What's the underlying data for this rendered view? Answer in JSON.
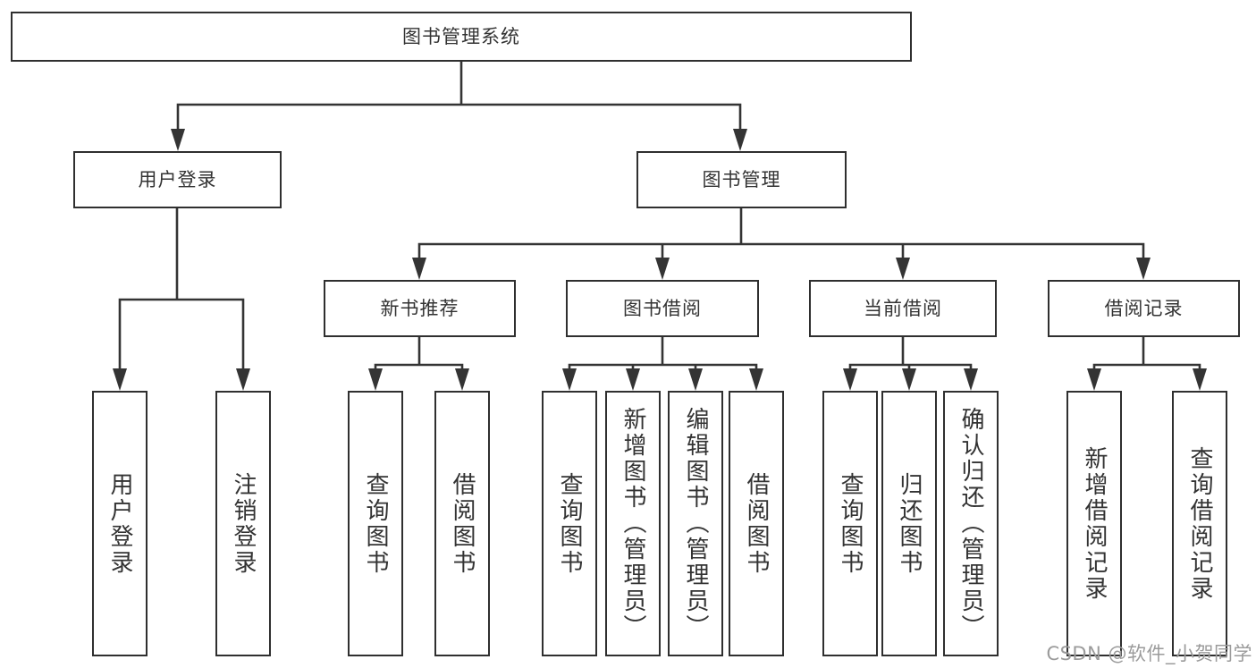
{
  "diagram": {
    "type": "hierarchy-tree",
    "title": "图书管理系统",
    "watermark": "CSDN @软件_小贺同学",
    "colors": {
      "background": "#ffffff",
      "line": "#343434",
      "box_border": "#2f2f2f",
      "text": "#333333",
      "watermark": "#9b9b9b"
    },
    "nodes": {
      "root": "图书管理系统",
      "user_login": "用户登录",
      "book_mgmt": "图书管理",
      "login": "用户登录",
      "logout": "注销登录",
      "rec": "新书推荐",
      "borrow": "图书借阅",
      "current": "当前借阅",
      "records": "借阅记录",
      "rec_query": "查询图书",
      "rec_borrow": "借阅图书",
      "borrow_query": "查询图书",
      "borrow_add": "新增图书（管理员）",
      "borrow_edit": "编辑图书（管理员）",
      "borrow_lend": "借阅图书",
      "current_query": "查询图书",
      "current_return": "归还图书",
      "current_confirm": "确认归还（管理员）",
      "records_add": "新增借阅记录",
      "records_query": "查询借阅记录"
    },
    "tree": {
      "label": "图书管理系统",
      "children": [
        {
          "label": "用户登录",
          "children": [
            {
              "label": "用户登录"
            },
            {
              "label": "注销登录"
            }
          ]
        },
        {
          "label": "图书管理",
          "children": [
            {
              "label": "新书推荐",
              "children": [
                {
                  "label": "查询图书"
                },
                {
                  "label": "借阅图书"
                }
              ]
            },
            {
              "label": "图书借阅",
              "children": [
                {
                  "label": "查询图书"
                },
                {
                  "label": "新增图书（管理员）"
                },
                {
                  "label": "编辑图书（管理员）"
                },
                {
                  "label": "借阅图书"
                }
              ]
            },
            {
              "label": "当前借阅",
              "children": [
                {
                  "label": "查询图书"
                },
                {
                  "label": "归还图书"
                },
                {
                  "label": "确认归还（管理员）"
                }
              ]
            },
            {
              "label": "借阅记录",
              "children": [
                {
                  "label": "新增借阅记录"
                },
                {
                  "label": "查询借阅记录"
                }
              ]
            }
          ]
        }
      ]
    }
  }
}
